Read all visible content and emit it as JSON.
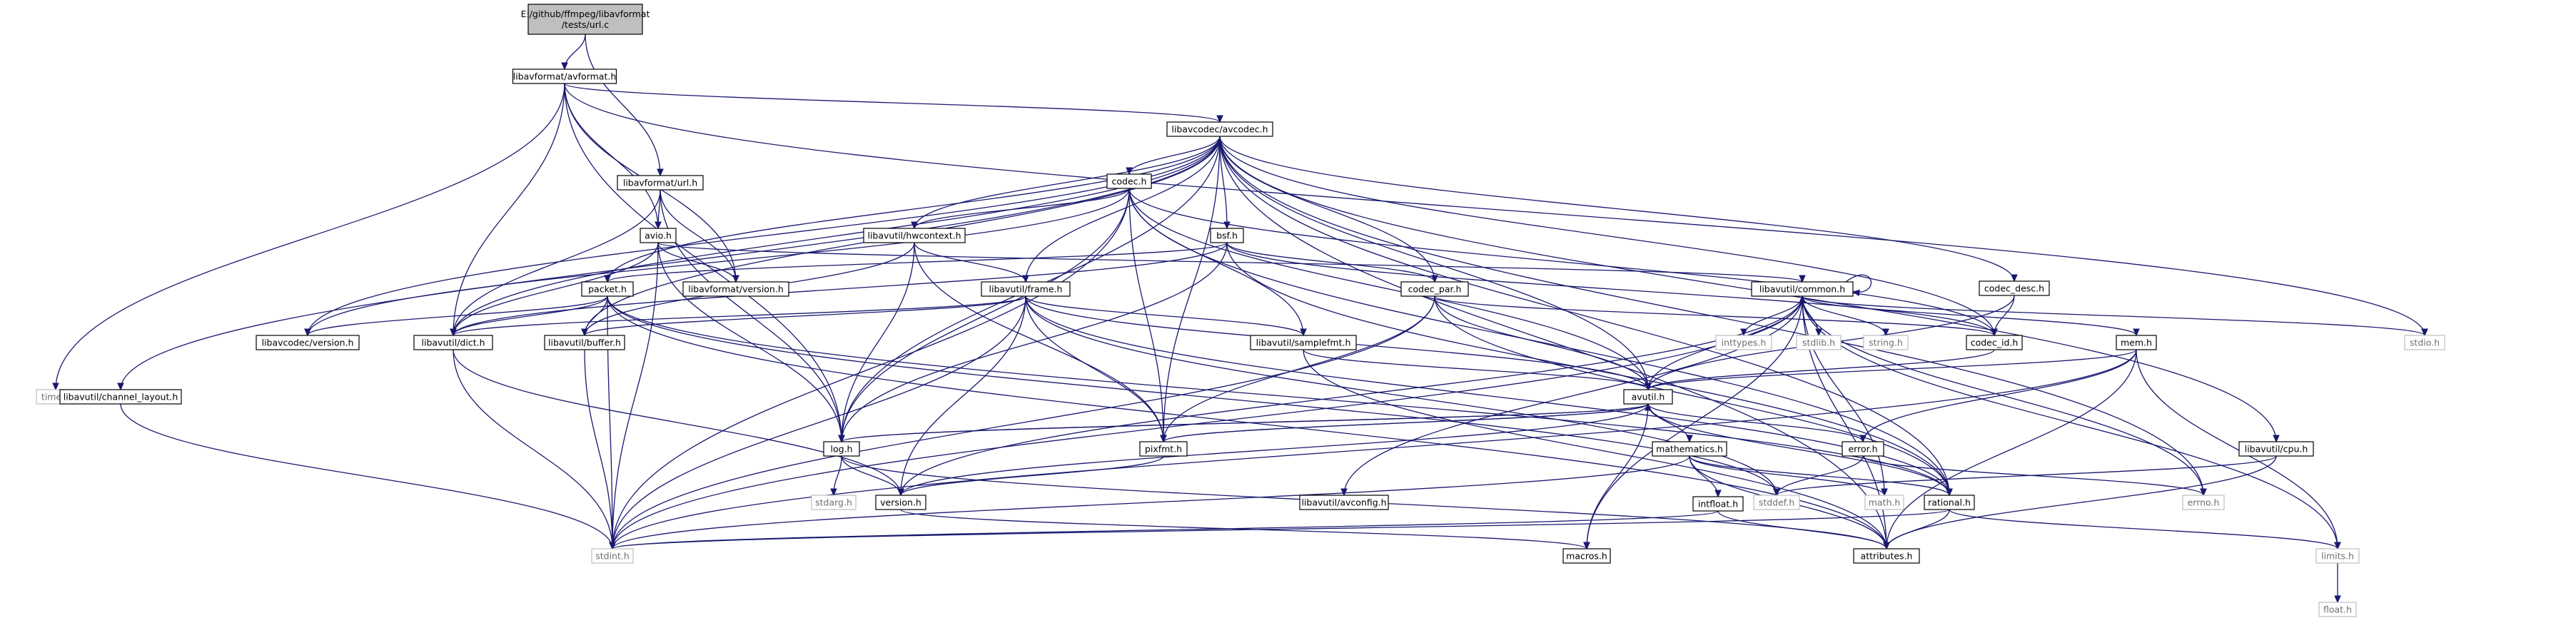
{
  "graph": {
    "kind": "include-dependency-graph",
    "colors": {
      "edge": "#191970",
      "root_fill": "#bfbfbf",
      "node_fill": "#ffffff",
      "node_border": "#000000",
      "system_border": "#bfbfbf"
    },
    "root": "url_c",
    "nodes": [
      {
        "id": "url_c",
        "lines": [
          "E:/github/ffmpeg/libavformat",
          "/tests/url.c"
        ]
      },
      {
        "id": "avformat_h",
        "lines": [
          "libavformat/avformat.h"
        ]
      },
      {
        "id": "avcodec_h",
        "lines": [
          "libavcodec/avcodec.h"
        ]
      },
      {
        "id": "time_h",
        "lines": [
          "time.h"
        ],
        "system": true
      },
      {
        "id": "stdio_h",
        "lines": [
          "stdio.h"
        ],
        "system": true
      },
      {
        "id": "url_h",
        "lines": [
          "libavformat/url.h"
        ]
      },
      {
        "id": "codec_h",
        "lines": [
          "codec.h"
        ]
      },
      {
        "id": "bsf_h",
        "lines": [
          "bsf.h"
        ]
      },
      {
        "id": "hwcontext_h",
        "lines": [
          "libavutil/hwcontext.h"
        ]
      },
      {
        "id": "avio_h",
        "lines": [
          "avio.h"
        ]
      },
      {
        "id": "codec_desc_h",
        "lines": [
          "codec_desc.h"
        ]
      },
      {
        "id": "common_h",
        "lines": [
          "libavutil/common.h"
        ]
      },
      {
        "id": "packet_h",
        "lines": [
          "packet.h"
        ]
      },
      {
        "id": "frame_h",
        "lines": [
          "libavutil/frame.h"
        ]
      },
      {
        "id": "fversion_h",
        "lines": [
          "libavformat/version.h"
        ]
      },
      {
        "id": "codec_par_h",
        "lines": [
          "codec_par.h"
        ]
      },
      {
        "id": "codec_id_h",
        "lines": [
          "codec_id.h"
        ]
      },
      {
        "id": "cversion_h",
        "lines": [
          "libavcodec/version.h"
        ]
      },
      {
        "id": "dict_h",
        "lines": [
          "libavutil/dict.h"
        ]
      },
      {
        "id": "buffer_h",
        "lines": [
          "libavutil/buffer.h"
        ]
      },
      {
        "id": "samplefmt_h",
        "lines": [
          "libavutil/samplefmt.h"
        ]
      },
      {
        "id": "inttypes_h",
        "lines": [
          "inttypes.h"
        ],
        "system": true
      },
      {
        "id": "stdlib_h",
        "lines": [
          "stdlib.h"
        ],
        "system": true
      },
      {
        "id": "string_h",
        "lines": [
          "string.h"
        ],
        "system": true
      },
      {
        "id": "mem_h",
        "lines": [
          "mem.h"
        ]
      },
      {
        "id": "channel_layout_h",
        "lines": [
          "libavutil/channel_layout.h"
        ]
      },
      {
        "id": "avutil_h",
        "lines": [
          "avutil.h"
        ]
      },
      {
        "id": "log_h",
        "lines": [
          "log.h"
        ]
      },
      {
        "id": "pixfmt_h",
        "lines": [
          "pixfmt.h"
        ]
      },
      {
        "id": "mathematics_h",
        "lines": [
          "mathematics.h"
        ]
      },
      {
        "id": "error_h",
        "lines": [
          "error.h"
        ]
      },
      {
        "id": "cpu_h",
        "lines": [
          "libavutil/cpu.h"
        ]
      },
      {
        "id": "stdarg_h",
        "lines": [
          "stdarg.h"
        ],
        "system": true
      },
      {
        "id": "uversion_h",
        "lines": [
          "version.h"
        ]
      },
      {
        "id": "avconfig_h",
        "lines": [
          "libavutil/avconfig.h"
        ]
      },
      {
        "id": "intfloat_h",
        "lines": [
          "intfloat.h"
        ]
      },
      {
        "id": "math_h",
        "lines": [
          "math.h"
        ],
        "system": true
      },
      {
        "id": "stddef_h",
        "lines": [
          "stddef.h"
        ],
        "system": true
      },
      {
        "id": "rational_h",
        "lines": [
          "rational.h"
        ]
      },
      {
        "id": "errno_h",
        "lines": [
          "errno.h"
        ],
        "system": true
      },
      {
        "id": "stdint_h",
        "lines": [
          "stdint.h"
        ],
        "system": true
      },
      {
        "id": "macros_h",
        "lines": [
          "macros.h"
        ]
      },
      {
        "id": "attributes_h",
        "lines": [
          "attributes.h"
        ]
      },
      {
        "id": "limits_h",
        "lines": [
          "limits.h"
        ],
        "system": true
      },
      {
        "id": "float_h",
        "lines": [
          "float.h"
        ],
        "system": true
      }
    ],
    "edges": [
      [
        "url_c",
        "avformat_h"
      ],
      [
        "url_c",
        "url_h"
      ],
      [
        "avformat_h",
        "time_h"
      ],
      [
        "avformat_h",
        "stdio_h"
      ],
      [
        "avformat_h",
        "avcodec_h"
      ],
      [
        "avformat_h",
        "avio_h"
      ],
      [
        "avformat_h",
        "dict_h"
      ],
      [
        "avformat_h",
        "log_h"
      ],
      [
        "avformat_h",
        "fversion_h"
      ],
      [
        "avcodec_h",
        "errno_h"
      ],
      [
        "avcodec_h",
        "attributes_h"
      ],
      [
        "avcodec_h",
        "avutil_h"
      ],
      [
        "avcodec_h",
        "buffer_h"
      ],
      [
        "avcodec_h",
        "cpu_h"
      ],
      [
        "avcodec_h",
        "channel_layout_h"
      ],
      [
        "avcodec_h",
        "dict_h"
      ],
      [
        "avcodec_h",
        "frame_h"
      ],
      [
        "avcodec_h",
        "hwcontext_h"
      ],
      [
        "avcodec_h",
        "log_h"
      ],
      [
        "avcodec_h",
        "pixfmt_h"
      ],
      [
        "avcodec_h",
        "rational_h"
      ],
      [
        "avcodec_h",
        "bsf_h"
      ],
      [
        "avcodec_h",
        "codec_h"
      ],
      [
        "avcodec_h",
        "codec_desc_h"
      ],
      [
        "avcodec_h",
        "codec_par_h"
      ],
      [
        "avcodec_h",
        "packet_h"
      ],
      [
        "avcodec_h",
        "cversion_h"
      ],
      [
        "avcodec_h",
        "codec_id_h"
      ],
      [
        "url_h",
        "avio_h"
      ],
      [
        "url_h",
        "fversion_h"
      ],
      [
        "url_h",
        "dict_h"
      ],
      [
        "url_h",
        "log_h"
      ],
      [
        "codec_h",
        "stdint_h"
      ],
      [
        "codec_h",
        "avutil_h"
      ],
      [
        "codec_h",
        "hwcontext_h"
      ],
      [
        "codec_h",
        "log_h"
      ],
      [
        "codec_h",
        "pixfmt_h"
      ],
      [
        "codec_h",
        "rational_h"
      ],
      [
        "codec_h",
        "samplefmt_h"
      ],
      [
        "codec_h",
        "cversion_h"
      ],
      [
        "codec_h",
        "codec_id_h"
      ],
      [
        "bsf_h",
        "dict_h"
      ],
      [
        "bsf_h",
        "log_h"
      ],
      [
        "bsf_h",
        "rational_h"
      ],
      [
        "bsf_h",
        "codec_id_h"
      ],
      [
        "bsf_h",
        "codec_par_h"
      ],
      [
        "bsf_h",
        "packet_h"
      ],
      [
        "hwcontext_h",
        "buffer_h"
      ],
      [
        "hwcontext_h",
        "frame_h"
      ],
      [
        "hwcontext_h",
        "log_h"
      ],
      [
        "hwcontext_h",
        "pixfmt_h"
      ],
      [
        "avio_h",
        "stdint_h"
      ],
      [
        "avio_h",
        "common_h"
      ],
      [
        "avio_h",
        "dict_h"
      ],
      [
        "avio_h",
        "log_h"
      ],
      [
        "avio_h",
        "fversion_h"
      ],
      [
        "codec_desc_h",
        "avutil_h"
      ],
      [
        "codec_desc_h",
        "codec_id_h"
      ],
      [
        "common_h",
        "errno_h"
      ],
      [
        "common_h",
        "inttypes_h"
      ],
      [
        "common_h",
        "limits_h"
      ],
      [
        "common_h",
        "math_h"
      ],
      [
        "common_h",
        "stdint_h"
      ],
      [
        "common_h",
        "stdio_h"
      ],
      [
        "common_h",
        "stdlib_h"
      ],
      [
        "common_h",
        "string_h"
      ],
      [
        "common_h",
        "attributes_h"
      ],
      [
        "common_h",
        "macros_h"
      ],
      [
        "common_h",
        "uversion_h"
      ],
      [
        "common_h",
        "avconfig_h"
      ],
      [
        "common_h",
        "mem_h"
      ],
      [
        "common_h",
        "common_h"
      ],
      [
        "packet_h",
        "stddef_h"
      ],
      [
        "packet_h",
        "stdint_h"
      ],
      [
        "packet_h",
        "attributes_h"
      ],
      [
        "packet_h",
        "buffer_h"
      ],
      [
        "packet_h",
        "dict_h"
      ],
      [
        "packet_h",
        "rational_h"
      ],
      [
        "packet_h",
        "cversion_h"
      ],
      [
        "frame_h",
        "stddef_h"
      ],
      [
        "frame_h",
        "stdint_h"
      ],
      [
        "frame_h",
        "avutil_h"
      ],
      [
        "frame_h",
        "buffer_h"
      ],
      [
        "frame_h",
        "dict_h"
      ],
      [
        "frame_h",
        "rational_h"
      ],
      [
        "frame_h",
        "samplefmt_h"
      ],
      [
        "frame_h",
        "pixfmt_h"
      ],
      [
        "frame_h",
        "uversion_h"
      ],
      [
        "codec_par_h",
        "stdint_h"
      ],
      [
        "codec_par_h",
        "avutil_h"
      ],
      [
        "codec_par_h",
        "rational_h"
      ],
      [
        "codec_par_h",
        "pixfmt_h"
      ],
      [
        "codec_par_h",
        "codec_id_h"
      ],
      [
        "codec_id_h",
        "avutil_h"
      ],
      [
        "dict_h",
        "stdint_h"
      ],
      [
        "dict_h",
        "uversion_h"
      ],
      [
        "buffer_h",
        "stdint_h"
      ],
      [
        "samplefmt_h",
        "avutil_h"
      ],
      [
        "samplefmt_h",
        "attributes_h"
      ],
      [
        "mem_h",
        "limits_h"
      ],
      [
        "mem_h",
        "stdint_h"
      ],
      [
        "mem_h",
        "attributes_h"
      ],
      [
        "mem_h",
        "error_h"
      ],
      [
        "mem_h",
        "avutil_h"
      ],
      [
        "channel_layout_h",
        "stdint_h"
      ],
      [
        "avutil_h",
        "common_h"
      ],
      [
        "avutil_h",
        "error_h"
      ],
      [
        "avutil_h",
        "rational_h"
      ],
      [
        "avutil_h",
        "uversion_h"
      ],
      [
        "avutil_h",
        "macros_h"
      ],
      [
        "avutil_h",
        "mathematics_h"
      ],
      [
        "avutil_h",
        "log_h"
      ],
      [
        "avutil_h",
        "pixfmt_h"
      ],
      [
        "log_h",
        "stdarg_h"
      ],
      [
        "log_h",
        "avutil_h"
      ],
      [
        "log_h",
        "attributes_h"
      ],
      [
        "log_h",
        "uversion_h"
      ],
      [
        "pixfmt_h",
        "avutil_h"
      ],
      [
        "pixfmt_h",
        "uversion_h"
      ],
      [
        "mathematics_h",
        "stdint_h"
      ],
      [
        "mathematics_h",
        "math_h"
      ],
      [
        "mathematics_h",
        "attributes_h"
      ],
      [
        "mathematics_h",
        "rational_h"
      ],
      [
        "mathematics_h",
        "intfloat_h"
      ],
      [
        "error_h",
        "errno_h"
      ],
      [
        "error_h",
        "stddef_h"
      ],
      [
        "cpu_h",
        "stddef_h"
      ],
      [
        "cpu_h",
        "attributes_h"
      ],
      [
        "uversion_h",
        "macros_h"
      ],
      [
        "intfloat_h",
        "stdint_h"
      ],
      [
        "intfloat_h",
        "attributes_h"
      ],
      [
        "rational_h",
        "stdint_h"
      ],
      [
        "rational_h",
        "limits_h"
      ],
      [
        "rational_h",
        "attributes_h"
      ],
      [
        "limits_h",
        "float_h"
      ]
    ]
  }
}
